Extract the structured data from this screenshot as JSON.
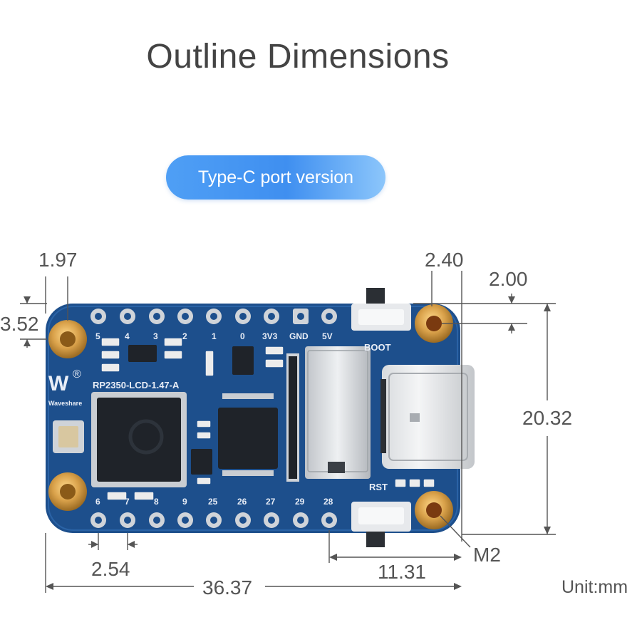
{
  "title": "Outline Dimensions",
  "version_label": "Type-C port version",
  "unit_label": "Unit:mm",
  "dimensions": {
    "hole_offset_x": "1.97",
    "hole_offset_y": "3.52",
    "hole_to_edge_right": "2.40",
    "hole_to_edge_top": "2.00",
    "board_height": "20.32",
    "pin_pitch": "2.54",
    "hole_to_last_pin": "11.31",
    "board_length": "36.37",
    "hole_size": "M2"
  },
  "board": {
    "model": "RP2350-LCD-1.47-A",
    "brand": "Waveshare",
    "top_pins": [
      "5",
      "4",
      "3",
      "2",
      "1",
      "0",
      "3V3",
      "GND",
      "5V"
    ],
    "bottom_pins": [
      "6",
      "7",
      "8",
      "9",
      "25",
      "26",
      "27",
      "29",
      "28"
    ],
    "boot_label": "BOOT",
    "rst_label": "RST"
  },
  "colors": {
    "pcb": "#1d4f8c",
    "pcb_dark": "#17406f",
    "gold": "#d9a14a",
    "accent_pill": "#4f9ff5",
    "dimension_line": "#555555"
  }
}
